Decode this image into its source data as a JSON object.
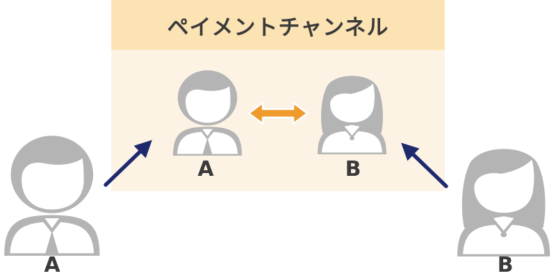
{
  "channel": {
    "title": "ペイメントチャンネル"
  },
  "labels": {
    "inner_a": "A",
    "inner_b": "B",
    "outer_a": "A",
    "outer_b": "B"
  },
  "colors": {
    "panel_background": "#fdf3e5",
    "header_background": "#fce3b3",
    "person_gray": "#b4b4b4",
    "connector_arrow": "#1f2a6e",
    "channel_arrow": "#ee9a2c"
  },
  "icons": {
    "outer_a": "man-icon",
    "inner_a": "man-icon",
    "inner_b": "woman-icon",
    "outer_b": "woman-icon"
  }
}
